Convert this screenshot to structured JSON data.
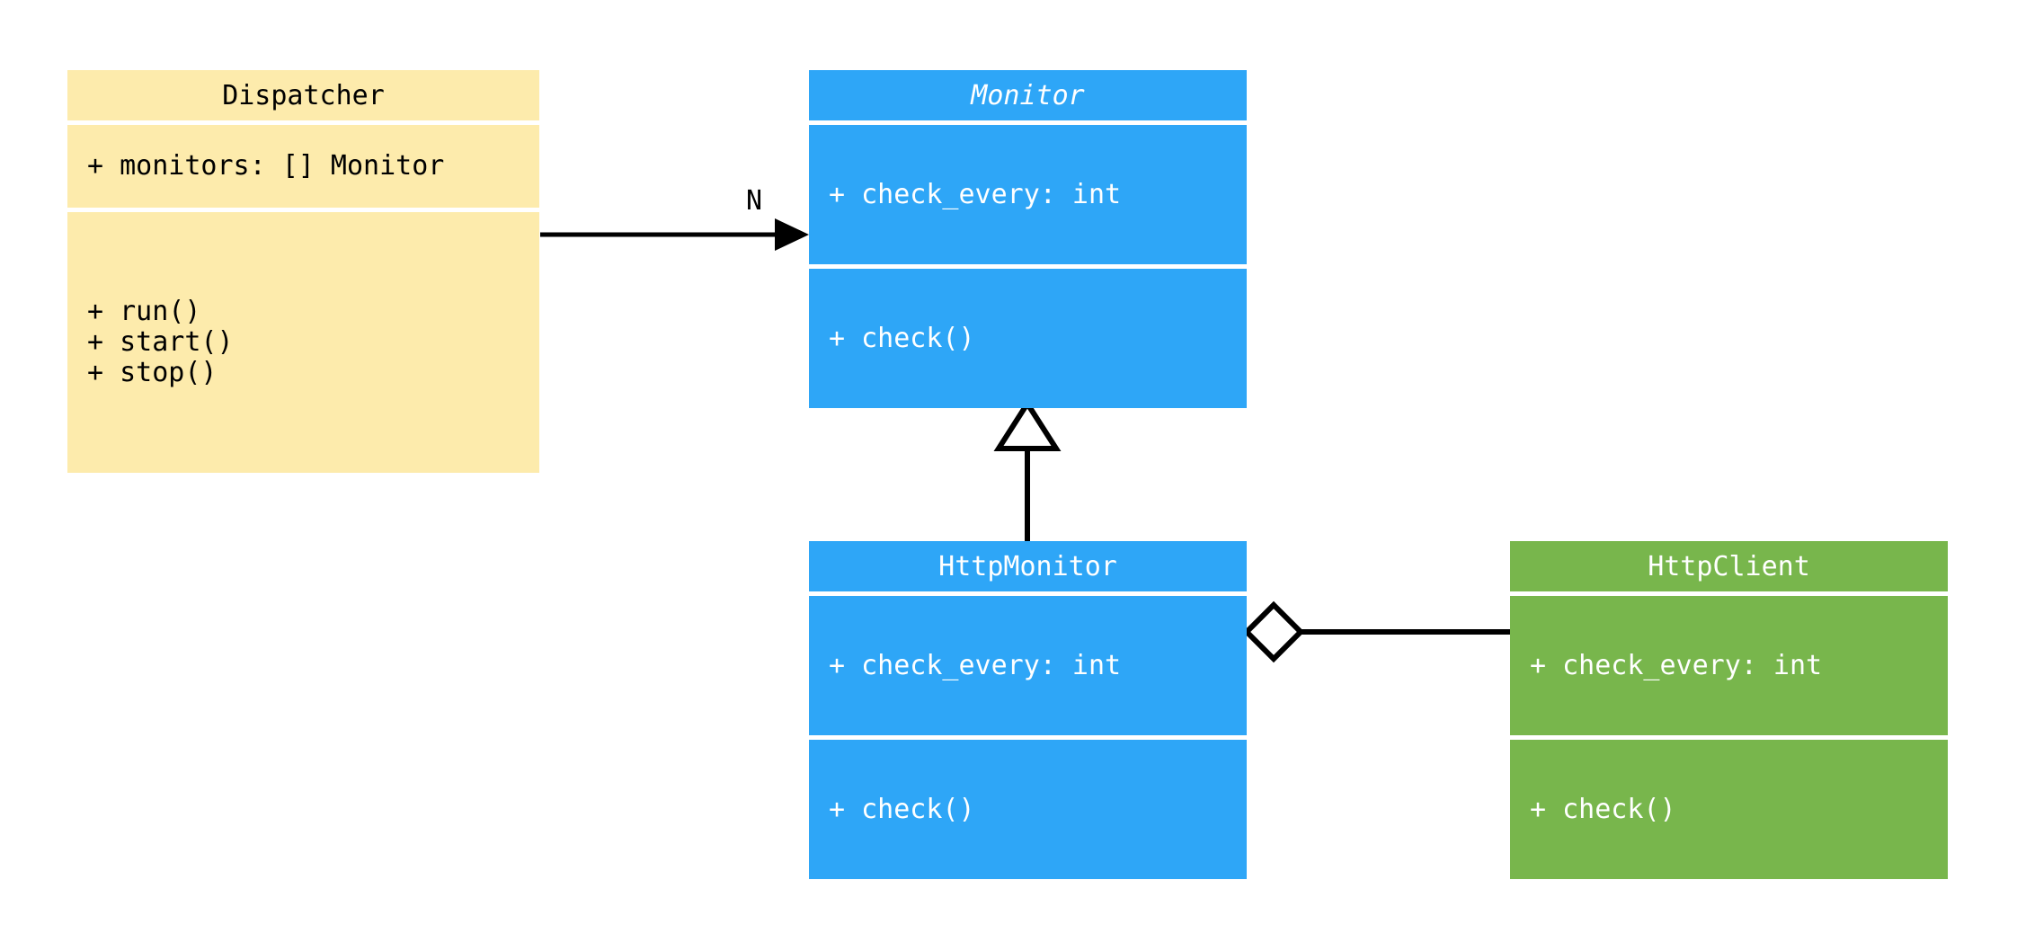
{
  "diagram": {
    "type": "uml-class-diagram",
    "background": "#ffffff",
    "palette": {
      "dispatcher_fill": "#fdebac",
      "monitor_fill": "#2ea6f7",
      "httpmonitor_fill": "#2ea6f7",
      "httpclient_fill": "#78b64c",
      "line_color": "#000000",
      "light_text": "#ffffff",
      "dark_text": "#000000"
    }
  },
  "classes": [
    {
      "id": "dispatcher",
      "name": "Dispatcher",
      "abstract": false,
      "attributes": [
        "+ monitors: [] Monitor"
      ],
      "operations": [
        "+ run()",
        "+ start()",
        "+ stop()"
      ]
    },
    {
      "id": "monitor",
      "name": "Monitor",
      "abstract": true,
      "attributes": [
        "+ check_every: int"
      ],
      "operations": [
        "+ check()"
      ]
    },
    {
      "id": "httpmonitor",
      "name": "HttpMonitor",
      "abstract": false,
      "attributes": [
        "+ check_every: int"
      ],
      "operations": [
        "+ check()"
      ]
    },
    {
      "id": "httpclient",
      "name": "HttpClient",
      "abstract": false,
      "attributes": [
        "+ check_every: int"
      ],
      "operations": [
        "+ check()"
      ]
    }
  ],
  "relations": [
    {
      "id": "dispatcher-to-monitor",
      "kind": "association",
      "from": "Dispatcher",
      "to": "Monitor",
      "label": "N",
      "marker": "solid-arrowhead"
    },
    {
      "id": "httpmonitor-to-monitor",
      "kind": "generalization",
      "from": "HttpMonitor",
      "to": "Monitor",
      "label": "",
      "marker": "hollow-triangle"
    },
    {
      "id": "httpmonitor-to-httpclient",
      "kind": "aggregation",
      "from": "HttpMonitor",
      "to": "HttpClient",
      "label": "",
      "marker": "hollow-diamond"
    }
  ]
}
